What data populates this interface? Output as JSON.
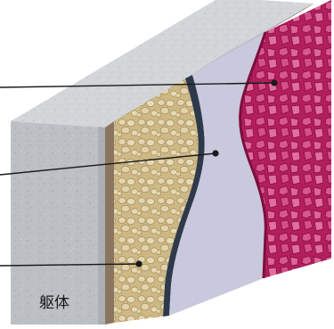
{
  "diagram": {
    "labels": {
      "substrate": "躯体"
    },
    "callouts": [
      {
        "id": "callout-top",
        "target": "finish-layer"
      },
      {
        "id": "callout-middle",
        "target": "membrane-layer"
      },
      {
        "id": "callout-bottom",
        "target": "aggregate-layer"
      }
    ],
    "layers": [
      {
        "id": "substrate",
        "color": "#b8bcc0"
      },
      {
        "id": "edge-band",
        "color": "#8a7660"
      },
      {
        "id": "aggregate-layer",
        "color": "#d6c49a"
      },
      {
        "id": "dark-seam",
        "color": "#2e3a4a"
      },
      {
        "id": "membrane-layer",
        "color": "#c9c8dc"
      },
      {
        "id": "finish-layer",
        "color": "#c2286a"
      }
    ]
  }
}
